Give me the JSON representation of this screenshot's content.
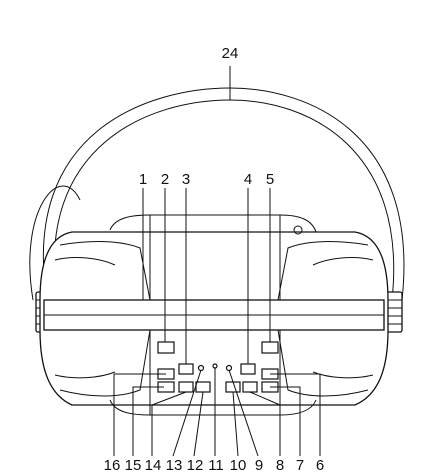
{
  "diagram": {
    "top_labels": [
      "1",
      "2",
      "3",
      "4",
      "5"
    ],
    "handle_label": "24",
    "bottom_labels": [
      "16",
      "15",
      "14",
      "13",
      "12",
      "11",
      "10",
      "9",
      "8",
      "7",
      "6"
    ]
  },
  "colors": {
    "line": "#111111",
    "background": "#ffffff"
  }
}
